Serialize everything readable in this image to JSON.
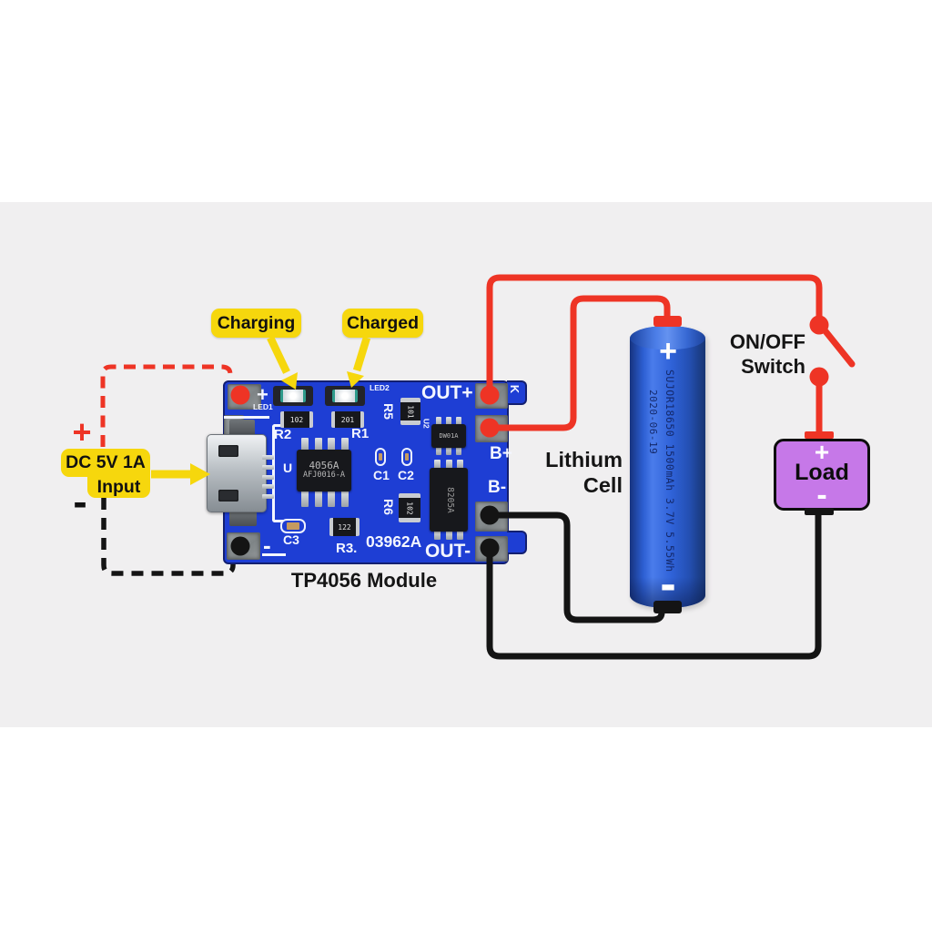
{
  "colors": {
    "page_bg": "#ffffff",
    "band_bg": "#f0eff0",
    "wire_red": "#ee3425",
    "wire_black": "#141414",
    "accent_yellow": "#f6d70d",
    "pcb_blue": "#1e3ed4",
    "pcb_edge": "#131f70",
    "load_purple": "#c678e8",
    "silkscreen": "#f4f6ff",
    "text_dark": "#151515"
  },
  "annotations": {
    "charging": "Charging",
    "charged": "Charged",
    "dc_input_line1": "DC 5V 1A",
    "dc_input_line2": "Input",
    "dc_plus": "+",
    "dc_minus": "-",
    "module_caption": "TP4056 Module",
    "cell_line1": "Lithium",
    "cell_line2": "Cell",
    "switch_line1": "ON/OFF",
    "switch_line2": "Switch"
  },
  "board": {
    "silkscreen": {
      "out_plus": "OUT+",
      "b_plus": "B+",
      "b_minus": "B-",
      "out_minus": "OUT-",
      "plus": "+",
      "minus": "-",
      "led1": "LED1",
      "led2": "LED2",
      "r1": "R1",
      "r2": "R2",
      "r3": "R3.",
      "r5": "R5",
      "r6": "R6",
      "c1": "C1",
      "c2": "C2",
      "c3": "C3",
      "u": "U",
      "u2": "U2",
      "k": "K",
      "part_number": "03962A"
    },
    "components": {
      "main_ic_line1": "4056A",
      "main_ic_line2": "AFJ0016-A",
      "protection_ic": "DW01A",
      "mosfet_ic": "8205A",
      "res_led1": "102",
      "res_led2": "201",
      "res_r5": "101",
      "res_r6": "102",
      "res_r3": "122"
    }
  },
  "battery": {
    "label": "SUJOR18650 1500mAh 3.7V 5.55Wh",
    "date": "2020-06-19",
    "plus": "+",
    "minus": "-"
  },
  "load": {
    "plus": "+",
    "label": "Load",
    "minus": "-"
  }
}
